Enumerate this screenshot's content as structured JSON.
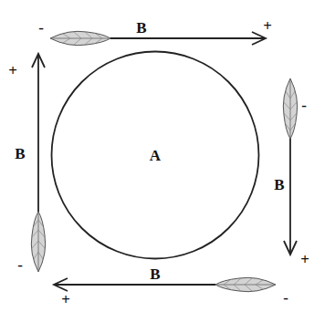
{
  "diagram": {
    "nodes": [
      {
        "text": [
          "A"
        ]
      }
    ],
    "labels": [
      "-",
      "B",
      "+",
      "+",
      "B",
      "-",
      "-",
      "B",
      "+",
      "+",
      "B",
      "-"
    ]
  }
}
